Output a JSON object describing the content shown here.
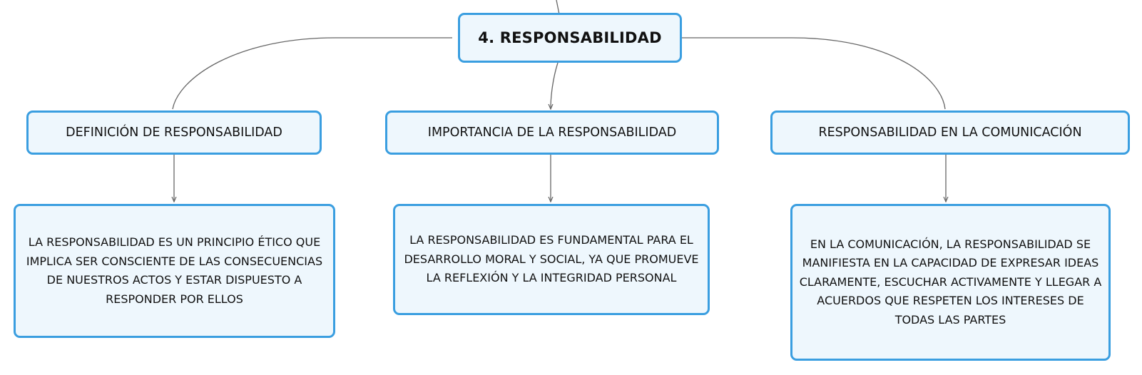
{
  "diagram": {
    "root": {
      "label": "4. RESPONSABILIDAD"
    },
    "branches": [
      {
        "topic": "DEFINICIÓN DE RESPONSABILIDAD",
        "detail": "LA RESPONSABILIDAD ES UN PRINCIPIO ÉTICO QUE IMPLICA SER CONSCIENTE DE LAS CONSECUENCIAS DE NUESTROS ACTOS Y ESTAR DISPUESTO A RESPONDER POR ELLOS"
      },
      {
        "topic": "IMPORTANCIA DE LA RESPONSABILIDAD",
        "detail": "LA RESPONSABILIDAD ES FUNDAMENTAL PARA EL DESARROLLO MORAL Y SOCIAL, YA QUE PROMUEVE LA REFLEXIÓN Y LA INTEGRIDAD PERSONAL"
      },
      {
        "topic": "RESPONSABILIDAD EN LA COMUNICACIÓN",
        "detail": "EN LA COMUNICACIÓN, LA RESPONSABILIDAD SE MANIFIESTA EN LA CAPACIDAD DE EXPRESAR IDEAS CLARAMENTE, ESCUCHAR ACTIVAMENTE Y LLEGAR A ACUERDOS QUE RESPETEN LOS INTERESES DE TODAS LAS PARTES"
      }
    ],
    "colors": {
      "node_border": "#3a9ee0",
      "node_fill": "#eef7fd",
      "connector": "#666666",
      "text": "#111111"
    }
  }
}
